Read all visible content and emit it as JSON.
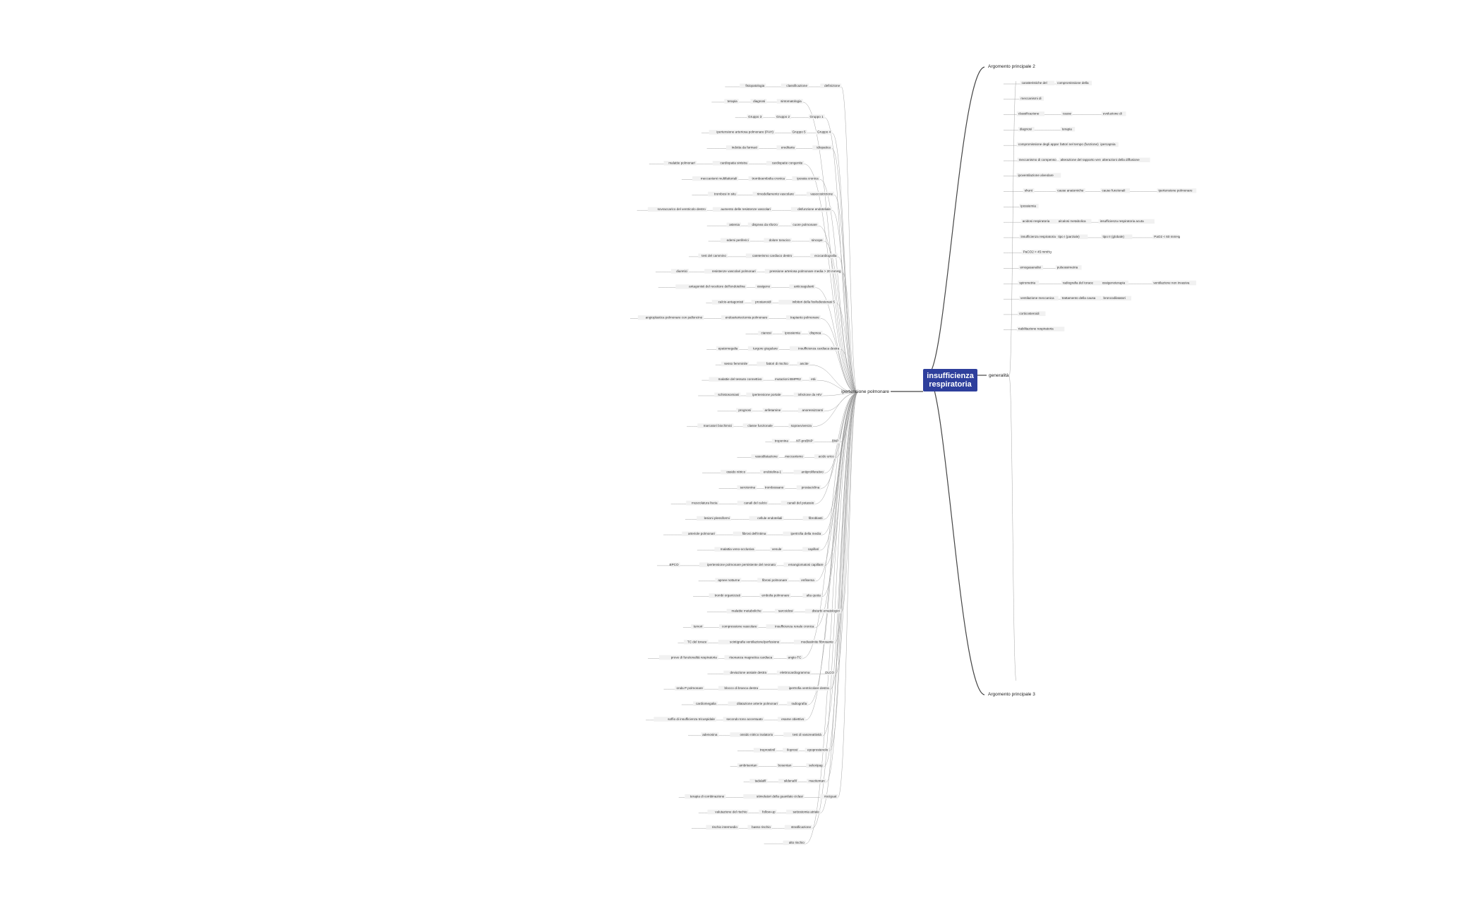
{
  "center": {
    "line1": "insufficienza",
    "line2": "respiratoria"
  },
  "main_branches": {
    "top": "Argomento principale 2",
    "right": "generalità",
    "left": "ipertensione polmonare",
    "bottom": "Argomento principale 3"
  },
  "right_nodes": [
    "caratteristiche del",
    "compromissione della",
    "meccanismi di",
    "classificazione",
    "cause",
    "evoluzione di",
    "diagnosi",
    "terapia",
    "compromissione degli apparati respiratorio e",
    "fattori nel tempo (funzione)",
    "ipercapnia",
    "meccanismo di compenso",
    "alterazione del rapporto ventilazione/perfusione",
    "alterazioni della diffusione",
    "ipoventilazione alveolare",
    "shunt",
    "cause anatomiche",
    "cause funzionali",
    "ipertensione polmonare",
    "ipossiemia",
    "acidosi respiratoria",
    "alcalosi metabolica",
    "insufficienza respiratoria acuta",
    "insufficienza respiratoria cronica",
    "tipo I (parziale)",
    "tipo II (globale)",
    "PaO2 < 60 mmHg",
    "PaCO2 > 45 mmHg",
    "emogasanalisi",
    "pulsossimetria",
    "spirometria",
    "radiografia del torace",
    "ossigenoterapia",
    "ventilazione non invasiva",
    "ventilazione meccanica",
    "trattamento della causa",
    "broncodilatatori",
    "corticosteroidi",
    "riabilitazione respiratoria"
  ],
  "left_nodes": [
    "definizione",
    "classificazione",
    "fisiopatologia",
    "sintomatologia",
    "diagnosi",
    "terapia",
    "Gruppo 1",
    "Gruppo 2",
    "Gruppo 3",
    "Gruppo 4",
    "Gruppo 5",
    "ipertensione arteriosa polmonare (PAH)",
    "idiopatica",
    "ereditaria",
    "indotta da farmaci",
    "cardiopatie congenite",
    "cardiopatia sinistra",
    "malattie polmonari",
    "ipossia cronica",
    "tromboembolia cronica",
    "meccanismi multifattoriali",
    "vasocostrizione",
    "rimodellamento vascolare",
    "trombosi in situ",
    "disfunzione endoteliale",
    "aumento delle resistenze vascolari",
    "sovraccarico del ventricolo destro",
    "cuore polmonare",
    "dispnea da sforzo",
    "astenia",
    "sincope",
    "dolore toracico",
    "edemi periferici",
    "ecocardiografia",
    "cateterismo cardiaco destro",
    "test del cammino",
    "pressione arteriosa polmonare media > 20 mmHg",
    "resistenze vascolari polmonari",
    "diuretici",
    "anticoagulanti",
    "ossigeno",
    "antagonisti del recettore dell'endotelina",
    "inibitori della fosfodiesterasi 5",
    "prostanoidi",
    "calcio-antagonisti",
    "trapianto polmonare",
    "endoarteriectomia polmonare",
    "angioplastica polmonare con palloncino",
    "dispnea",
    "ipossiemia",
    "cianosi",
    "insufficienza cardiaca destra",
    "turgore giugulare",
    "epatomegalia",
    "ascite",
    "fattori di rischio",
    "sesso femminile",
    "età",
    "mutazioni BMPR2",
    "malattie del tessuto connettivo",
    "infezione da HIV",
    "ipertensione portale",
    "schistosomiasi",
    "anoressizzanti",
    "anfetamine",
    "prognosi",
    "sopravvivenza",
    "classe funzionale",
    "marcatori biochimici",
    "BNP",
    "NT-proBNP",
    "troponina",
    "acido urico",
    "meccanismo",
    "vasodilatazione",
    "antiproliferativo",
    "endotelina-1",
    "ossido nitrico",
    "prostaciclina",
    "trombossano",
    "serotonina",
    "canali del potassio",
    "canali del calcio",
    "muscolatura liscia",
    "fibroblasti",
    "cellule endoteliali",
    "lesioni plessiformi",
    "ipertrofia della media",
    "fibrosi dell'intima",
    "arteriole polmonari",
    "capillari",
    "venule",
    "malattia veno-occlusiva",
    "emangiomatosi capillare",
    "ipertensione polmonare persistente del neonato",
    "BPCO",
    "enfisema",
    "fibrosi polmonare",
    "apnee notturne",
    "alta quota",
    "embolia polmonare",
    "trombi organizzati",
    "disturbi ematologici",
    "sarcoidosi",
    "malattie metaboliche",
    "insufficienza renale cronica",
    "compressione vascolare",
    "tumori",
    "mediastinite fibrosante",
    "scintigrafia ventilazione/perfusione",
    "TC del torace",
    "angio-TC",
    "risonanza magnetica cardiaca",
    "prove di funzionalità respiratoria",
    "DLCO",
    "elettrocardiogramma",
    "deviazione assiale destra",
    "ipertrofia ventricolare destra",
    "blocco di branca destra",
    "onda P polmonare",
    "radiografia",
    "dilatazione arterie polmonari",
    "cardiomegalia",
    "esame obiettivo",
    "secondo tono accentuato",
    "soffio di insufficienza tricuspidale",
    "test di vasoreattività",
    "ossido nitrico inalatorio",
    "adenosina",
    "epoprostenolo",
    "iloprost",
    "treprostinil",
    "selexipag",
    "bosentan",
    "ambrisentan",
    "macitentan",
    "sildenafil",
    "tadalafil",
    "riociguat",
    "stimolatori della guanilato ciclasi",
    "terapia di combinazione",
    "settostomia atriale",
    "follow-up",
    "valutazione del rischio",
    "stratificazione",
    "basso rischio",
    "rischio intermedio",
    "alto rischio"
  ]
}
